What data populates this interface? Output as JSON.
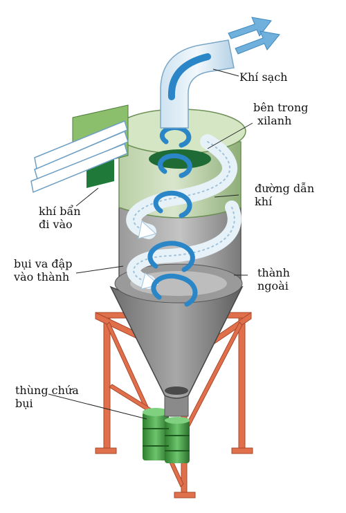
{
  "labels": {
    "clean_air": "Khí sạch",
    "inner_cylinder": [
      "bên trong",
      "xilanh"
    ],
    "dirty_air_in": [
      "khí bẩn",
      "đi vào"
    ],
    "gas_path": [
      "đường dẫn",
      "khí"
    ],
    "dust_hits_wall": [
      "bụi va đập",
      "vào thành"
    ],
    "outer_wall": [
      "thành",
      "ngoài"
    ],
    "dust_bin": [
      "thùng chứa",
      "bụi"
    ]
  },
  "colors": {
    "body_green": "#9fc08a",
    "cone_grey": "#7d7d7d",
    "frame_orange": "#e0704c",
    "bin_green": "#3f9a3f",
    "airflow_blue": "#2b86c8",
    "duct_green": "#1f7a3a"
  }
}
